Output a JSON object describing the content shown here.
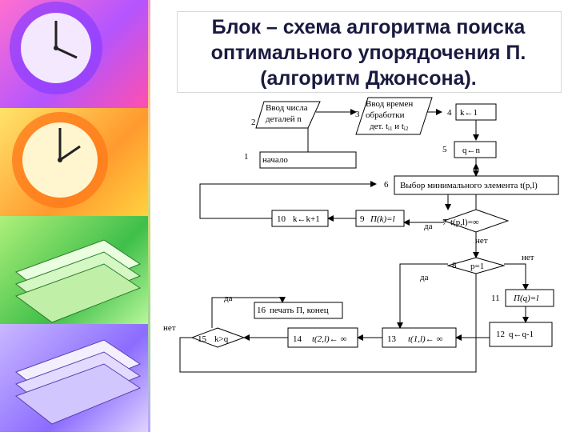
{
  "title": "Блок – схема алгоритма поиска оптимального упорядочения П. (алгоритм Джонсона).",
  "blocks": {
    "b1": {
      "num": "1",
      "text": "начало"
    },
    "b2": {
      "num": "2",
      "line1": "Ввод числа",
      "line2": "деталей n"
    },
    "b3": {
      "num": "3",
      "line1": "Ввод времен",
      "line2": "обработки",
      "line3": "дет. t",
      "line3_sub1": "i1",
      "line3_mid": " и t",
      "line3_sub2": "i2"
    },
    "b4": {
      "num": "4",
      "text": "k←1"
    },
    "b5": {
      "num": "5",
      "text": "q←n"
    },
    "b6": {
      "num": "6",
      "text": "Выбор минимального элемента t(p,l)"
    },
    "b7": {
      "num": "7",
      "text": "t(p,l)=∞"
    },
    "b8": {
      "num": "8",
      "text": "p=1"
    },
    "b9": {
      "num": "9",
      "text": "П(k)=l"
    },
    "b10": {
      "num": "10",
      "text": "k←k+1"
    },
    "b11": {
      "num": "11",
      "text": "П(q)=l"
    },
    "b12": {
      "num": "12",
      "text": "q←q-1"
    },
    "b13": {
      "num": "13",
      "text": "t(1,l)← ∞"
    },
    "b14": {
      "num": "14",
      "text": "t(2,l)← ∞"
    },
    "b15": {
      "num": "15",
      "text": "k>q"
    },
    "b16": {
      "num": "16",
      "text": "печать П, конец"
    }
  },
  "labels": {
    "yes": "да",
    "no": "нет"
  }
}
